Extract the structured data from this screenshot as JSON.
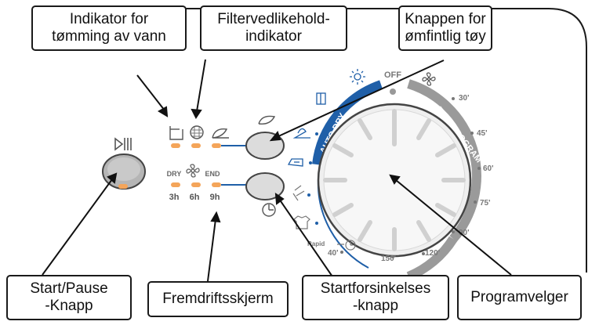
{
  "callouts": {
    "water_empty_indicator": "Indikator for\ntømming av vann",
    "filter_maintenance_indicator": "Filtervedlikehold-\nindikator",
    "delicate_button": "Knappen for\nømfintlig tøy",
    "start_pause": "Start/Pause\n-Knapp",
    "progress_display": "Fremdriftsskjerm",
    "delay_start": "Startforsinkelses\n-knapp",
    "program_selector": "Programvelger"
  },
  "panel": {
    "dry_label": "DRY",
    "end_label": "END",
    "delay_3h": "3h",
    "delay_6h": "6h",
    "delay_9h": "9h"
  },
  "dial": {
    "off_label": "OFF",
    "auto_dry_label": "AUTO DRY",
    "time_program_label": "TIME PROGRAM",
    "rapid_label": "Rapid",
    "times": [
      "30'",
      "45'",
      "60'",
      "75'",
      "90'",
      "120'",
      "150'",
      "40'"
    ]
  },
  "colors": {
    "line": "#1a1a1a",
    "accent_blue": "#1f5fa8",
    "led_orange": "#f4a55a",
    "dial_gray": "#9a9a9a"
  }
}
